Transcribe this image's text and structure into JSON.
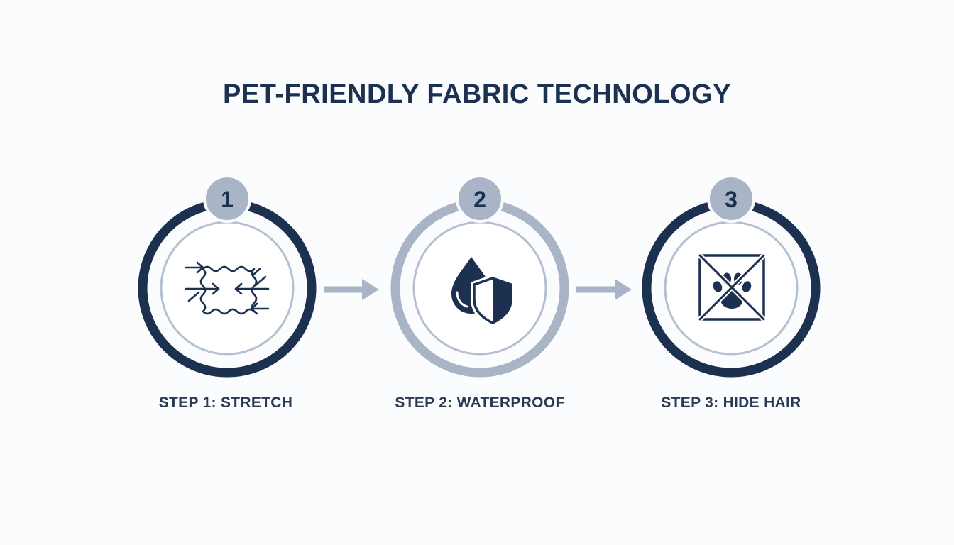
{
  "title": "PET-FRIENDLY FABRIC TECHNOLOGY",
  "steps": [
    {
      "number": "1",
      "label": "STEP 1: STRETCH",
      "icon": "stretch-fabric-icon",
      "ring_color": "#1c3050"
    },
    {
      "number": "2",
      "label": "STEP 2: WATERPROOF",
      "icon": "water-drop-shield-icon",
      "ring_color": "#a9b5c7"
    },
    {
      "number": "3",
      "label": "STEP 3: HIDE HAIR",
      "icon": "no-paw-icon",
      "ring_color": "#1c3050"
    }
  ],
  "colors": {
    "navy": "#1c3050",
    "slate": "#a9b5c7",
    "inner_ring": "#b4bfcf",
    "badge_fill": "#a9b5c7",
    "background": "#fbfcfd"
  }
}
